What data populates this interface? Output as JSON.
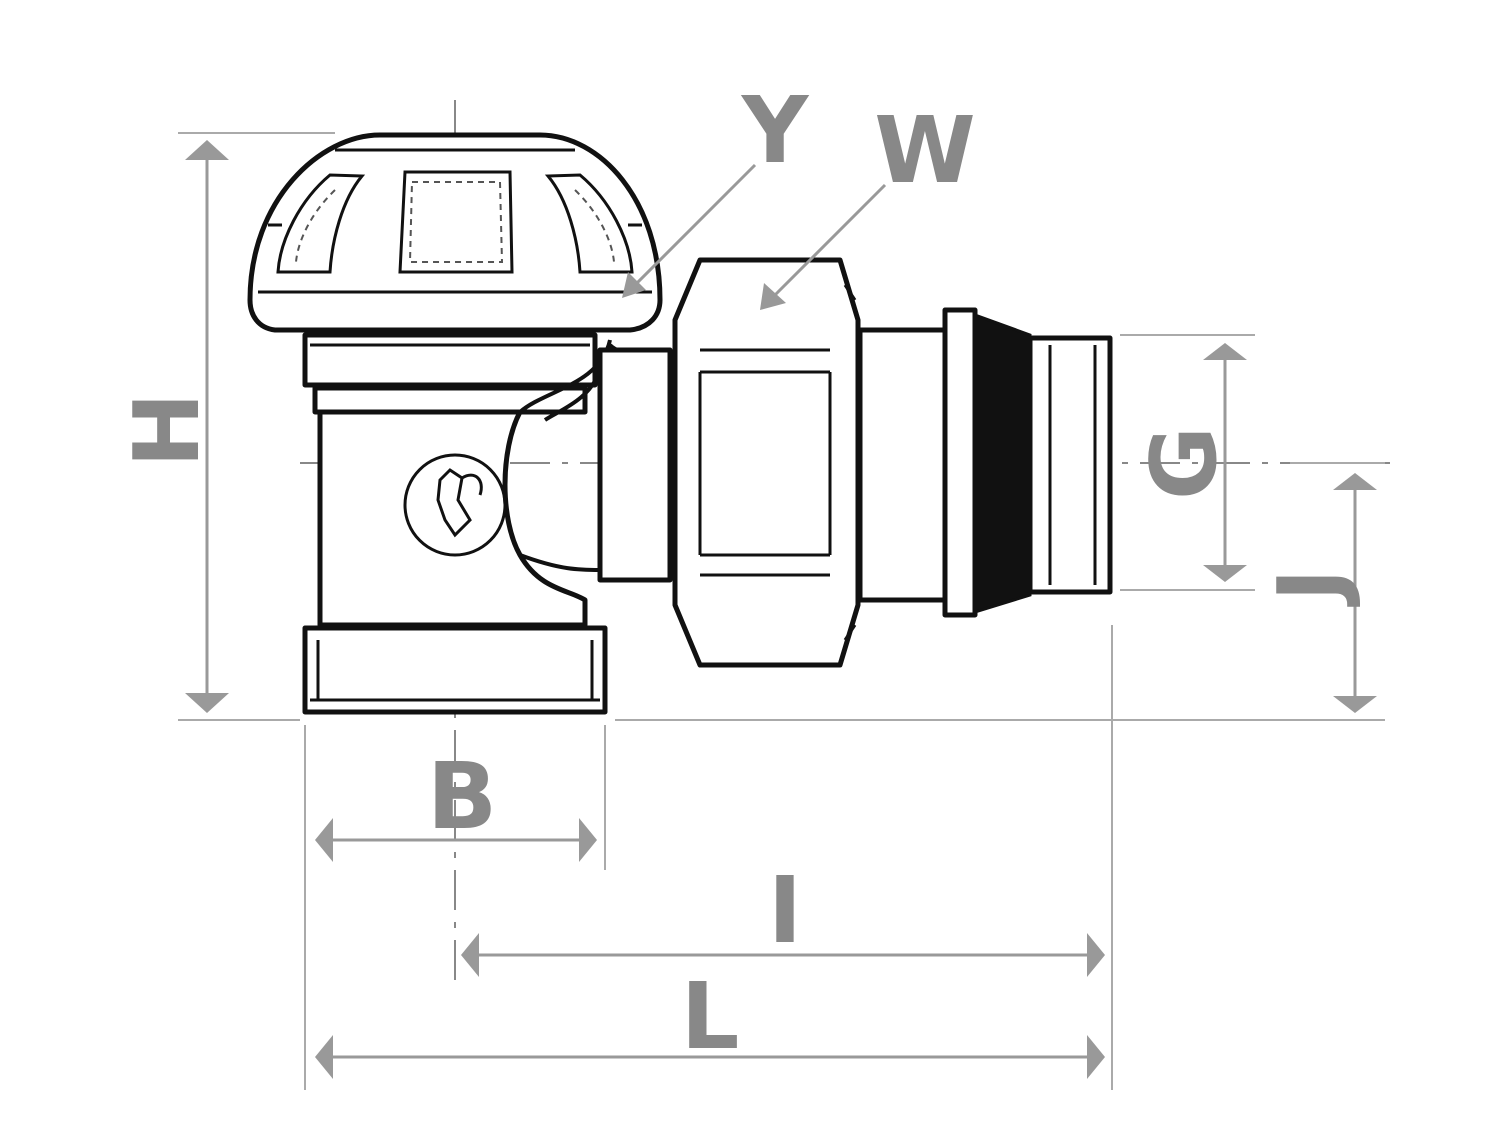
{
  "diagram": {
    "labels": {
      "Y": "Y",
      "W": "W",
      "H": "H",
      "G": "G",
      "J": "J",
      "B": "B",
      "I": "I",
      "L": "L"
    },
    "colors": {
      "outline": "#111111",
      "dimension": "#999999",
      "label": "#888888"
    }
  }
}
